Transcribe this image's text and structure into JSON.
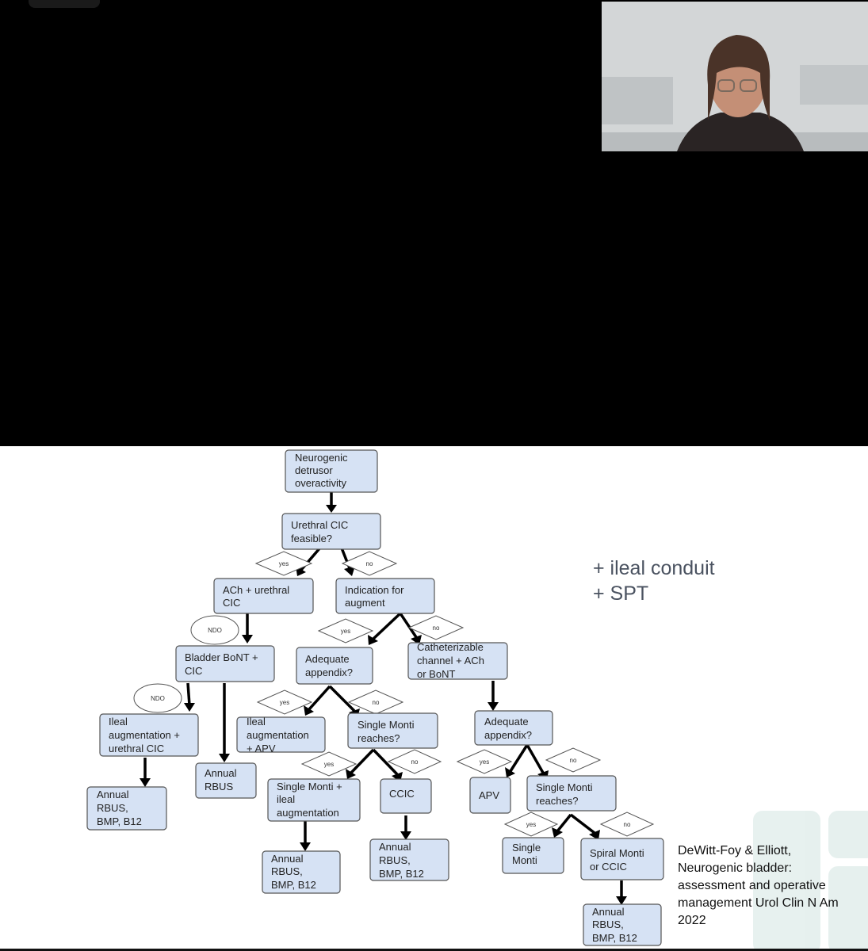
{
  "side_notes": [
    "+ ileal conduit",
    "+ SPT"
  ],
  "citation": [
    "DeWitt-Foy & Elliott,",
    "Neurogenic bladder:",
    "assessment and operative",
    "management Urol Clin N Am",
    "2022"
  ],
  "flowchart": {
    "n1": [
      "Neurogenic",
      "detrusor",
      "overactivity"
    ],
    "n2": [
      "Urethral CIC",
      "feasible?"
    ],
    "n3": [
      "ACh + urethral",
      "CIC"
    ],
    "n4": [
      "Indication for",
      "augment"
    ],
    "n5": [
      "Bladder BoNT +",
      "CIC"
    ],
    "n6": [
      "Adequate",
      "appendix?"
    ],
    "n7": [
      "Catheterizable",
      "channel + ACh",
      "or BoNT"
    ],
    "n8": [
      "Ileal",
      "augmentation +",
      "urethral CIC"
    ],
    "n9": [
      "Annual",
      "RBUS"
    ],
    "n10": [
      "Ileal",
      "augmentation",
      "+ APV"
    ],
    "n11": [
      "Single Monti",
      "reaches?"
    ],
    "n12": [
      "Adequate",
      "appendix?"
    ],
    "n13": [
      "Annual",
      "RBUS,",
      "BMP, B12"
    ],
    "n14": [
      "Single Monti +",
      "ileal",
      "augmentation"
    ],
    "n15": [
      "CCIC"
    ],
    "n16": [
      "APV"
    ],
    "n17": [
      "Single Monti",
      "reaches?"
    ],
    "n18": [
      "Annual",
      "RBUS,",
      "BMP, B12"
    ],
    "n19": [
      "Annual",
      "RBUS,",
      "BMP, B12"
    ],
    "n20": [
      "Single",
      "Monti"
    ],
    "n21": [
      "Spiral Monti",
      "or CCIC"
    ],
    "n22": [
      "Annual",
      "RBUS,",
      "BMP, B12"
    ],
    "labels": {
      "yes": "yes",
      "no": "no",
      "ndo": "NDO"
    }
  }
}
